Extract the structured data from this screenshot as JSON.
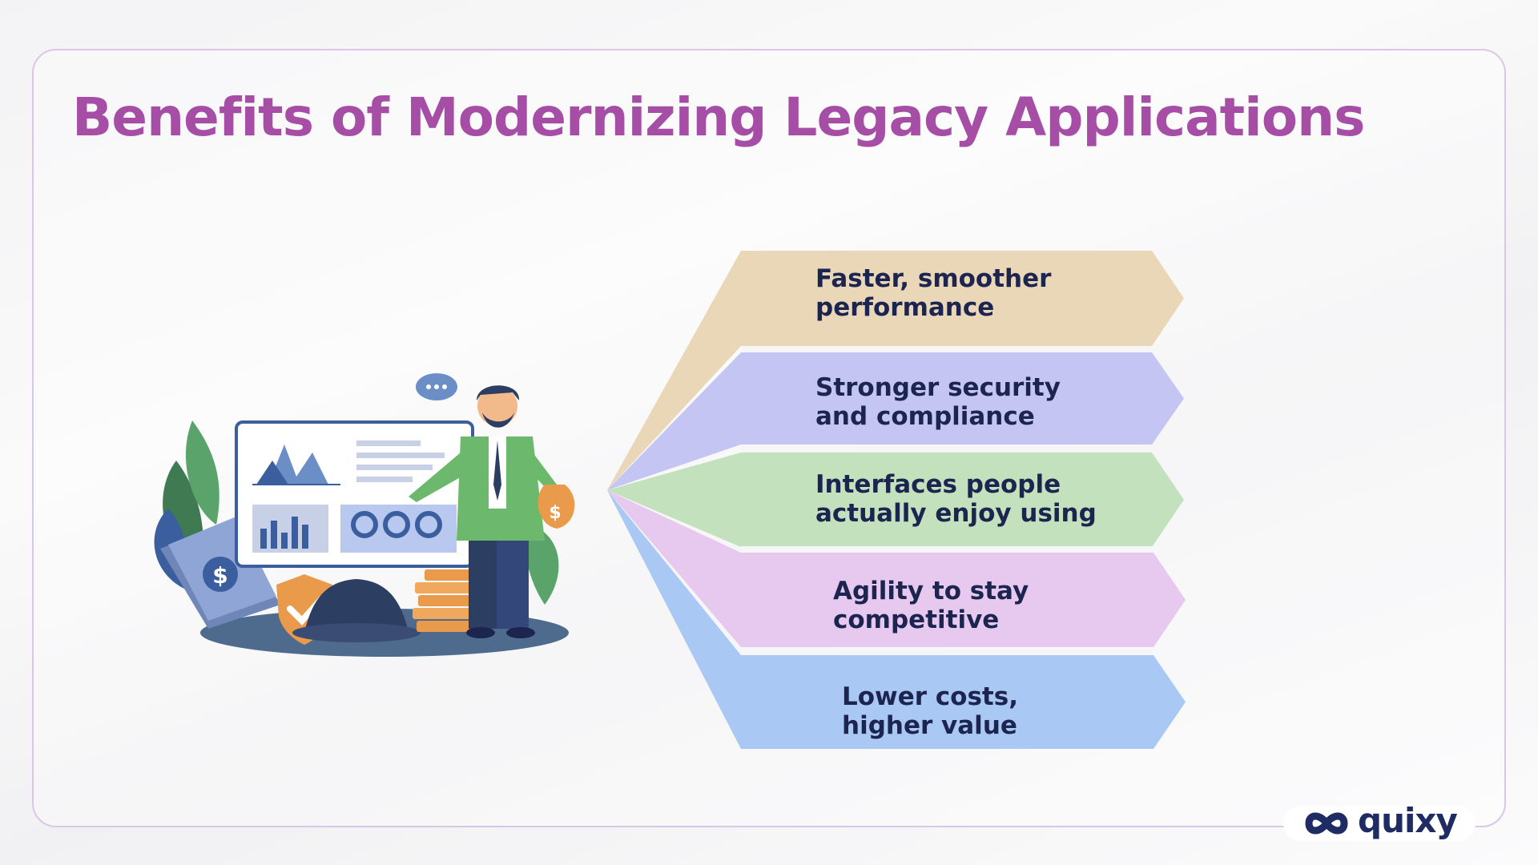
{
  "title": "Benefits of Modernizing Legacy Applications",
  "benefits": [
    {
      "label": "Faster, smoother performance",
      "color": "#ead7b8"
    },
    {
      "label": "Stronger security and compliance",
      "color": "#c4c5f2"
    },
    {
      "label": "Interfaces people actually enjoy using",
      "color": "#c3e1bd"
    },
    {
      "label": "Agility to stay competitive",
      "color": "#e7c8ee"
    },
    {
      "label": "Lower costs, higher value",
      "color": "#a9c8f3"
    }
  ],
  "brand": {
    "name": "quixy",
    "color": "#1f2c63"
  },
  "colors": {
    "title": "#a64ea6",
    "label": "#1c2450"
  }
}
